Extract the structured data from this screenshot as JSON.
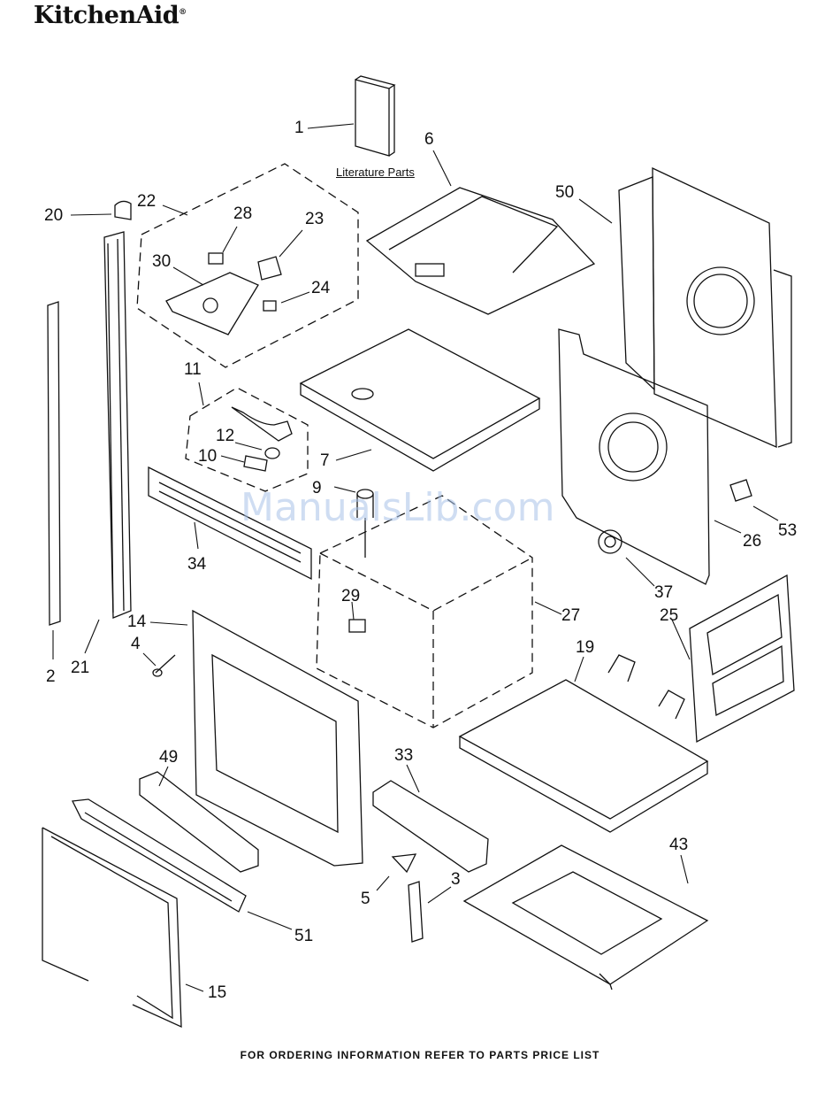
{
  "brand": {
    "name": "KitchenAid",
    "mark": "®"
  },
  "literature_label": "Literature Parts",
  "watermark": "ManualsLib.com",
  "footer": "FOR ORDERING INFORMATION REFER TO PARTS PRICE LIST",
  "callouts": [
    {
      "id": "c1",
      "text": "1"
    },
    {
      "id": "c6",
      "text": "6"
    },
    {
      "id": "c50",
      "text": "50"
    },
    {
      "id": "c20",
      "text": "20"
    },
    {
      "id": "c22",
      "text": "22"
    },
    {
      "id": "c28",
      "text": "28"
    },
    {
      "id": "c23",
      "text": "23"
    },
    {
      "id": "c30",
      "text": "30"
    },
    {
      "id": "c24",
      "text": "24"
    },
    {
      "id": "c11",
      "text": "11"
    },
    {
      "id": "c12",
      "text": "12"
    },
    {
      "id": "c10",
      "text": "10"
    },
    {
      "id": "c7",
      "text": "7"
    },
    {
      "id": "c9",
      "text": "9"
    },
    {
      "id": "c53",
      "text": "53"
    },
    {
      "id": "c26",
      "text": "26"
    },
    {
      "id": "c34",
      "text": "34"
    },
    {
      "id": "c37",
      "text": "37"
    },
    {
      "id": "c29",
      "text": "29"
    },
    {
      "id": "c27",
      "text": "27"
    },
    {
      "id": "c25",
      "text": "25"
    },
    {
      "id": "c14",
      "text": "14"
    },
    {
      "id": "c4",
      "text": "4"
    },
    {
      "id": "c2",
      "text": "2"
    },
    {
      "id": "c21",
      "text": "21"
    },
    {
      "id": "c19",
      "text": "19"
    },
    {
      "id": "c49",
      "text": "49"
    },
    {
      "id": "c33",
      "text": "33"
    },
    {
      "id": "c43",
      "text": "43"
    },
    {
      "id": "c3",
      "text": "3"
    },
    {
      "id": "c5",
      "text": "5"
    },
    {
      "id": "c51",
      "text": "51"
    },
    {
      "id": "c15",
      "text": "15"
    }
  ]
}
